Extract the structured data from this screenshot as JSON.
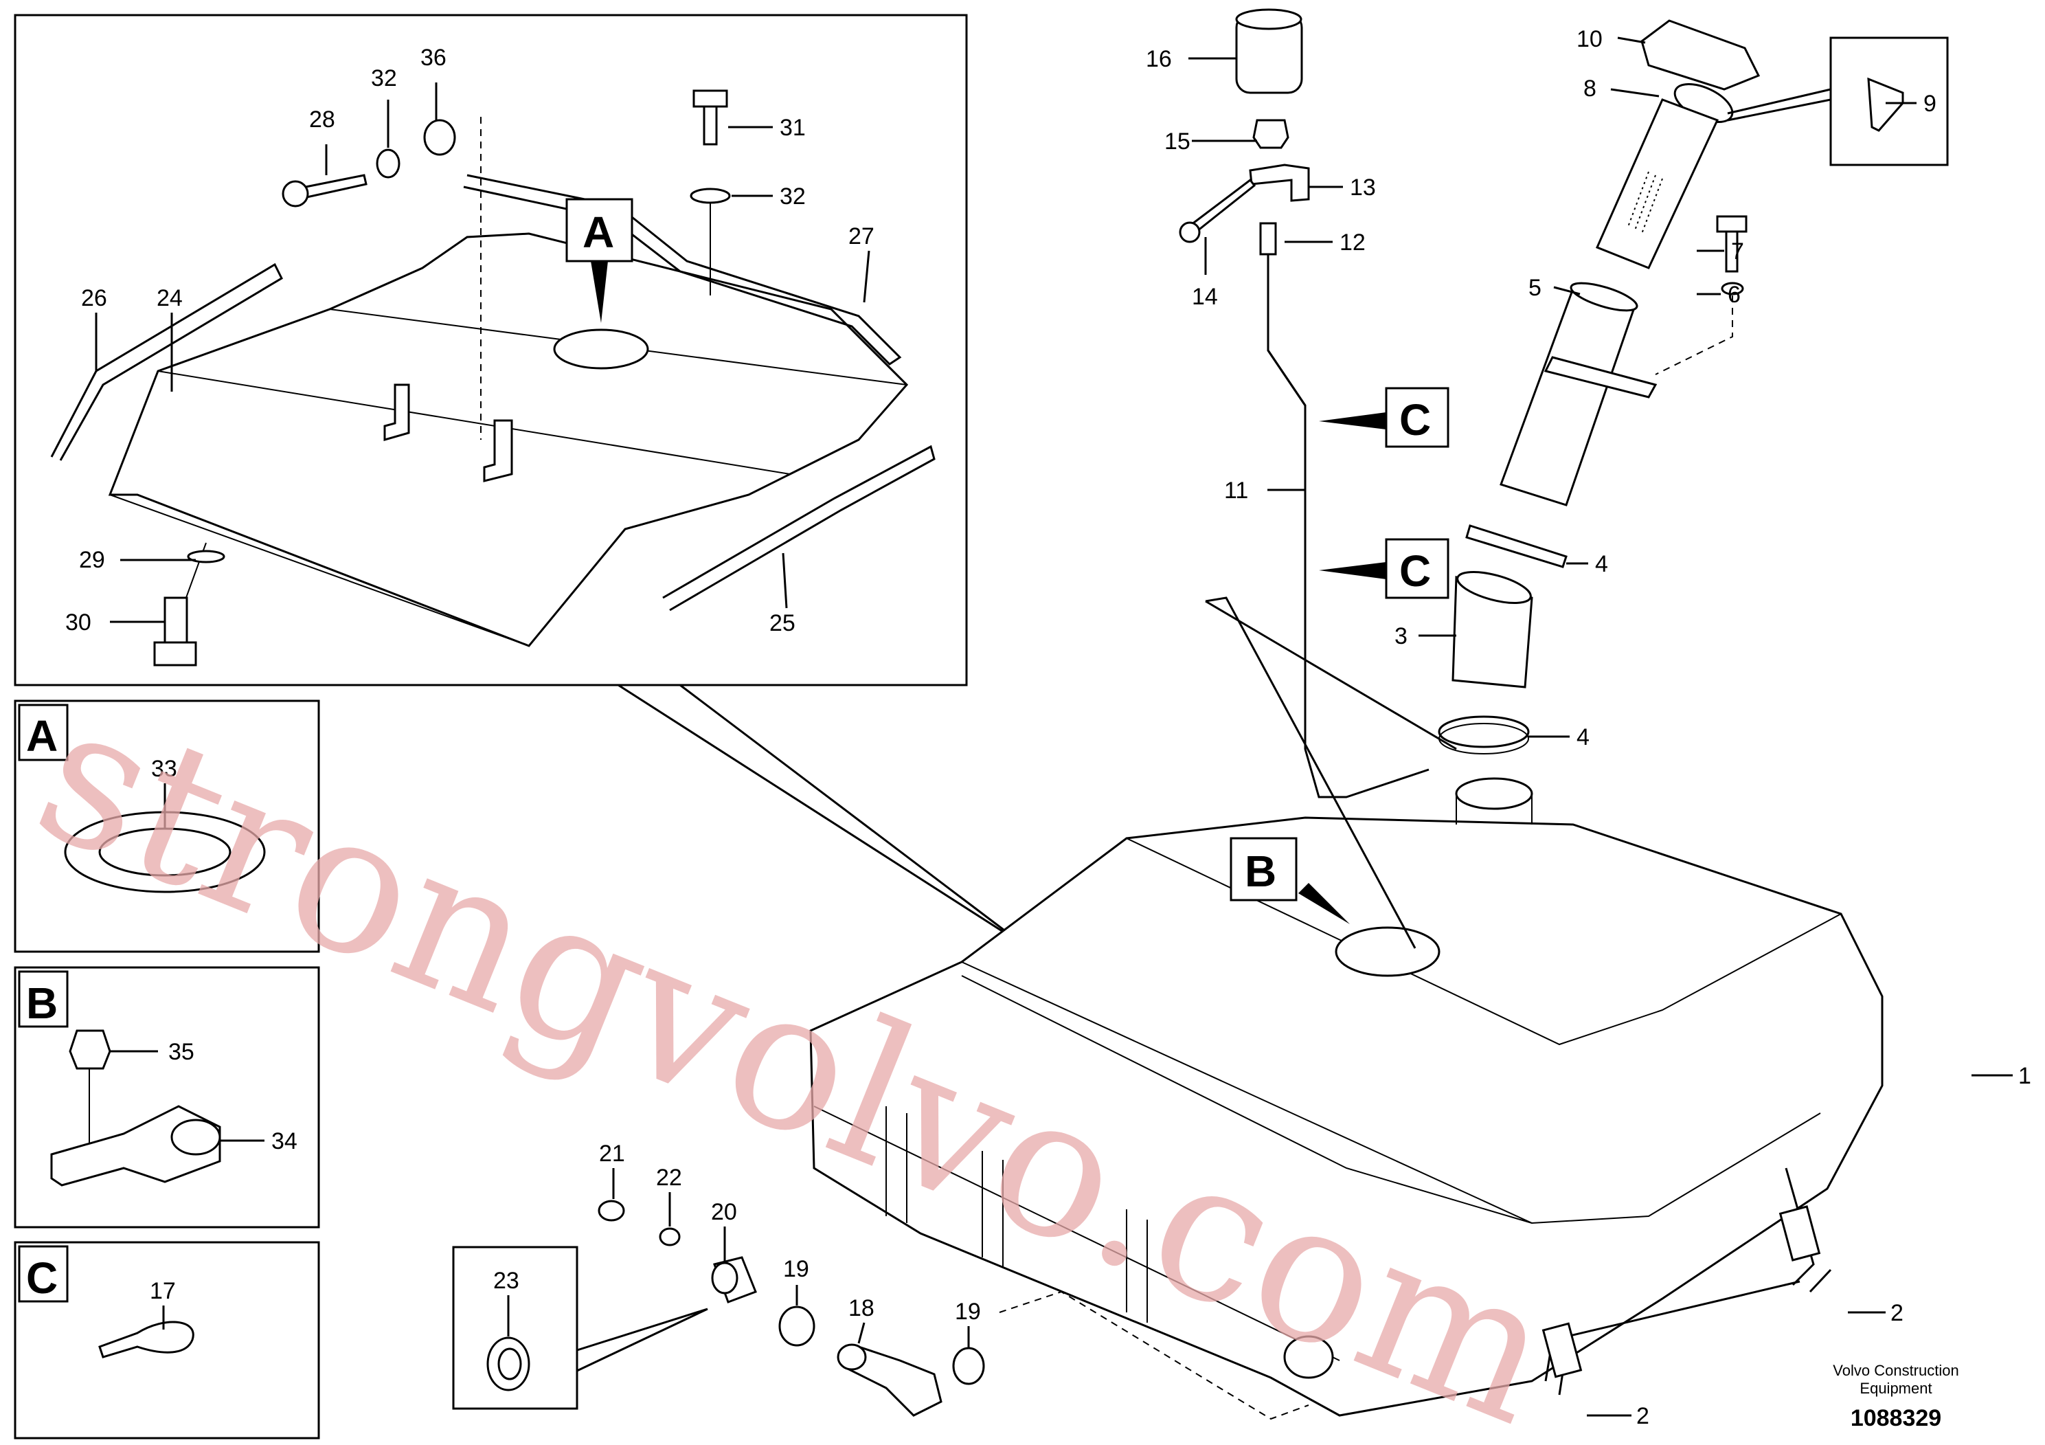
{
  "callouts": {
    "c1": "1",
    "c2a": "2",
    "c2b": "2",
    "c3": "3",
    "c4a": "4",
    "c4b": "4",
    "c5": "5",
    "c6": "6",
    "c7": "7",
    "c8": "8",
    "c9": "9",
    "c10": "10",
    "c11": "11",
    "c12": "12",
    "c13": "13",
    "c14": "14",
    "c15": "15",
    "c16": "16",
    "c17": "17",
    "c18": "18",
    "c19a": "19",
    "c19b": "19",
    "c20": "20",
    "c21": "21",
    "c22": "22",
    "c23": "23",
    "c24": "24",
    "c25": "25",
    "c26": "26",
    "c27": "27",
    "c28": "28",
    "c29": "29",
    "c30": "30",
    "c31": "31",
    "c32a": "32",
    "c32b": "32",
    "c33": "33",
    "c34": "34",
    "c35": "35",
    "c36": "36"
  },
  "view_markers": {
    "a_main": "A",
    "b_main": "B",
    "c_main_1": "C",
    "c_main_2": "C",
    "a_detail": "A",
    "b_detail": "B",
    "c_detail": "C"
  },
  "watermark": "strongvolvo.com",
  "footer": {
    "brand_line1": "Volvo Construction",
    "brand_line2": "Equipment",
    "doc_number": "1088329"
  }
}
